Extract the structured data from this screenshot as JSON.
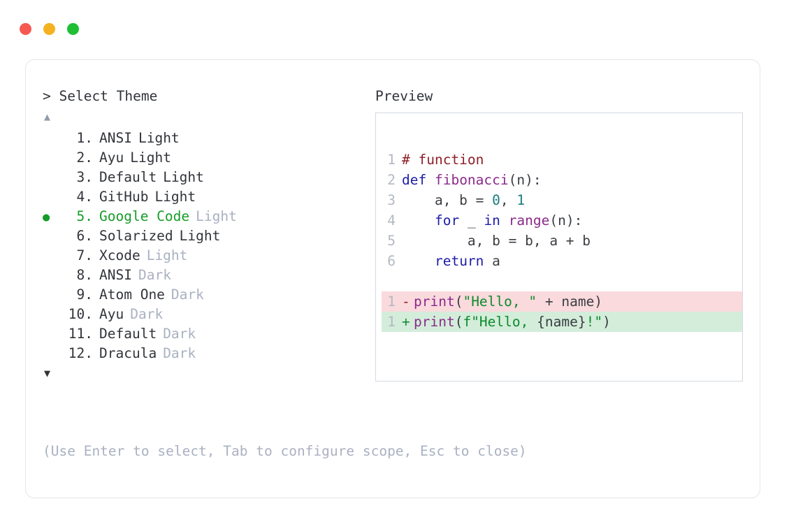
{
  "window": {
    "buttons": [
      {
        "name": "close",
        "color": "#f55952"
      },
      {
        "name": "minimize",
        "color": "#f5b220"
      },
      {
        "name": "maximize",
        "color": "#1fbf34"
      }
    ]
  },
  "prompt": {
    "header": "> Select Theme",
    "scroll_up_glyph": "▲",
    "scroll_down_glyph": "▼",
    "selected_index": 5,
    "bullet_glyph": "●",
    "selected_color": "#169c28",
    "muted_color": "#a9b1c1",
    "items": [
      {
        "index": "1.",
        "name": "ANSI",
        "variant": "Light",
        "variant_muted": false,
        "selected": false
      },
      {
        "index": "2.",
        "name": "Ayu",
        "variant": "Light",
        "variant_muted": false,
        "selected": false
      },
      {
        "index": "3.",
        "name": "Default",
        "variant": "Light",
        "variant_muted": false,
        "selected": false
      },
      {
        "index": "4.",
        "name": "GitHub",
        "variant": "Light",
        "variant_muted": false,
        "selected": false
      },
      {
        "index": "5.",
        "name": "Google Code",
        "variant": "Light",
        "variant_muted": true,
        "selected": true
      },
      {
        "index": "6.",
        "name": "Solarized",
        "variant": "Light",
        "variant_muted": false,
        "selected": false
      },
      {
        "index": "7.",
        "name": "Xcode",
        "variant": "Light",
        "variant_muted": true,
        "selected": false
      },
      {
        "index": "8.",
        "name": "ANSI",
        "variant": "Dark",
        "variant_muted": true,
        "selected": false
      },
      {
        "index": "9.",
        "name": "Atom One",
        "variant": "Dark",
        "variant_muted": true,
        "selected": false
      },
      {
        "index": "10.",
        "name": "Ayu",
        "variant": "Dark",
        "variant_muted": true,
        "selected": false
      },
      {
        "index": "11.",
        "name": "Default",
        "variant": "Dark",
        "variant_muted": true,
        "selected": false
      },
      {
        "index": "12.",
        "name": "Dracula",
        "variant": "Dark",
        "variant_muted": true,
        "selected": false
      }
    ],
    "hint": "(Use Enter to select, Tab to configure scope, Esc to close)"
  },
  "preview": {
    "header": "Preview",
    "code_lines": [
      {
        "no": "1",
        "tokens": [
          {
            "t": "# function",
            "c": "comment"
          }
        ]
      },
      {
        "no": "2",
        "tokens": [
          {
            "t": "def ",
            "c": "keyword"
          },
          {
            "t": "fibonacci",
            "c": "func"
          },
          {
            "t": "(n):",
            "c": "punct"
          }
        ]
      },
      {
        "no": "3",
        "tokens": [
          {
            "t": "    a, b = ",
            "c": "plain"
          },
          {
            "t": "0",
            "c": "number"
          },
          {
            "t": ", ",
            "c": "plain"
          },
          {
            "t": "1",
            "c": "number"
          }
        ]
      },
      {
        "no": "4",
        "tokens": [
          {
            "t": "    ",
            "c": "plain"
          },
          {
            "t": "for",
            "c": "keyword"
          },
          {
            "t": " _ ",
            "c": "plain"
          },
          {
            "t": "in",
            "c": "keyword"
          },
          {
            "t": " ",
            "c": "plain"
          },
          {
            "t": "range",
            "c": "func"
          },
          {
            "t": "(n):",
            "c": "punct"
          }
        ]
      },
      {
        "no": "5",
        "tokens": [
          {
            "t": "        a, b = b, a + b",
            "c": "plain"
          }
        ]
      },
      {
        "no": "6",
        "tokens": [
          {
            "t": "    ",
            "c": "plain"
          },
          {
            "t": "return",
            "c": "keyword"
          },
          {
            "t": " a",
            "c": "plain"
          }
        ]
      }
    ],
    "diff_lines": [
      {
        "no": "1",
        "sign": "-",
        "kind": "del",
        "tokens": [
          {
            "t": "print",
            "c": "func"
          },
          {
            "t": "(",
            "c": "punct"
          },
          {
            "t": "\"Hello, \"",
            "c": "string"
          },
          {
            "t": " + name)",
            "c": "plain"
          }
        ]
      },
      {
        "no": "1",
        "sign": "+",
        "kind": "ins",
        "tokens": [
          {
            "t": "print",
            "c": "func"
          },
          {
            "t": "(",
            "c": "punct"
          },
          {
            "t": "f\"Hello, ",
            "c": "string"
          },
          {
            "t": "{name}",
            "c": "plain"
          },
          {
            "t": "!\"",
            "c": "string"
          },
          {
            "t": ")",
            "c": "punct"
          }
        ]
      }
    ],
    "colors": {
      "comment": "#8e1f28",
      "keyword": "#1d1da8",
      "function": "#8b2a8b",
      "number": "#1a7b7b",
      "string": "#0c8a2c",
      "plain": "#3a3d43",
      "lineno": "#b3b8c2",
      "diff_del_bg": "#fadadd",
      "diff_ins_bg": "#d3edda",
      "panel_border": "#d3d8e0"
    }
  }
}
